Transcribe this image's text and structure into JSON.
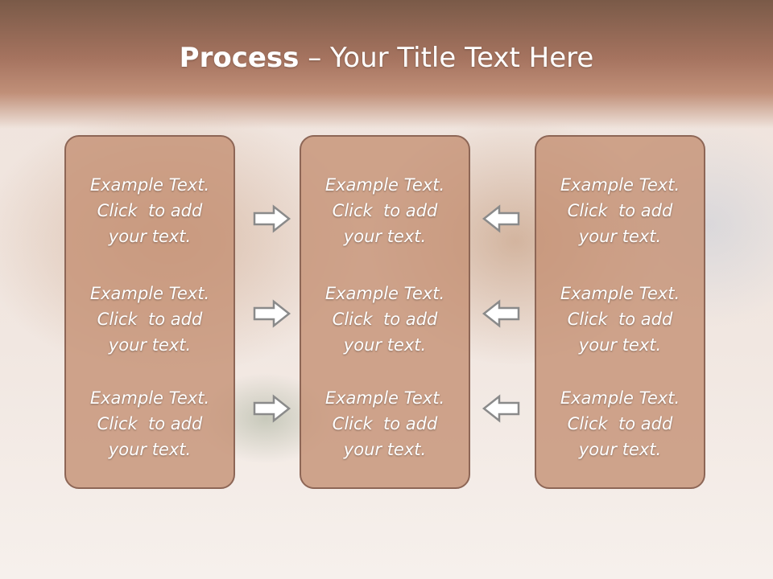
{
  "slide": {
    "title_bold": "Process",
    "title_dash": " – ",
    "title_rest": "Your Title Text Here"
  },
  "columns": [
    {
      "blocks": [
        {
          "line1": "Example Text.",
          "line2": "Click  to add",
          "line3": "your text."
        },
        {
          "line1": "Example Text.",
          "line2": "Click  to add",
          "line3": "your text."
        },
        {
          "line1": "Example Text.",
          "line2": "Click  to add",
          "line3": "your text."
        }
      ]
    },
    {
      "blocks": [
        {
          "line1": "Example Text.",
          "line2": "Click  to add",
          "line3": "your text."
        },
        {
          "line1": "Example Text.",
          "line2": "Click  to add",
          "line3": "your text."
        },
        {
          "line1": "Example Text.",
          "line2": "Click  to add",
          "line3": "your text."
        }
      ]
    },
    {
      "blocks": [
        {
          "line1": "Example Text.",
          "line2": "Click  to add",
          "line3": "your text."
        },
        {
          "line1": "Example Text.",
          "line2": "Click  to add",
          "line3": "your text."
        },
        {
          "line1": "Example Text.",
          "line2": "Click  to add",
          "line3": "your text."
        }
      ]
    }
  ],
  "arrows": {
    "left_group": [
      "arrow-right-icon",
      "arrow-right-icon",
      "arrow-right-icon"
    ],
    "right_group": [
      "arrow-left-icon",
      "arrow-left-icon",
      "arrow-left-icon"
    ]
  },
  "colors": {
    "header": "#a5735f",
    "box_fill": "#c69276",
    "box_border": "#8d6656",
    "text": "#ffffff"
  }
}
